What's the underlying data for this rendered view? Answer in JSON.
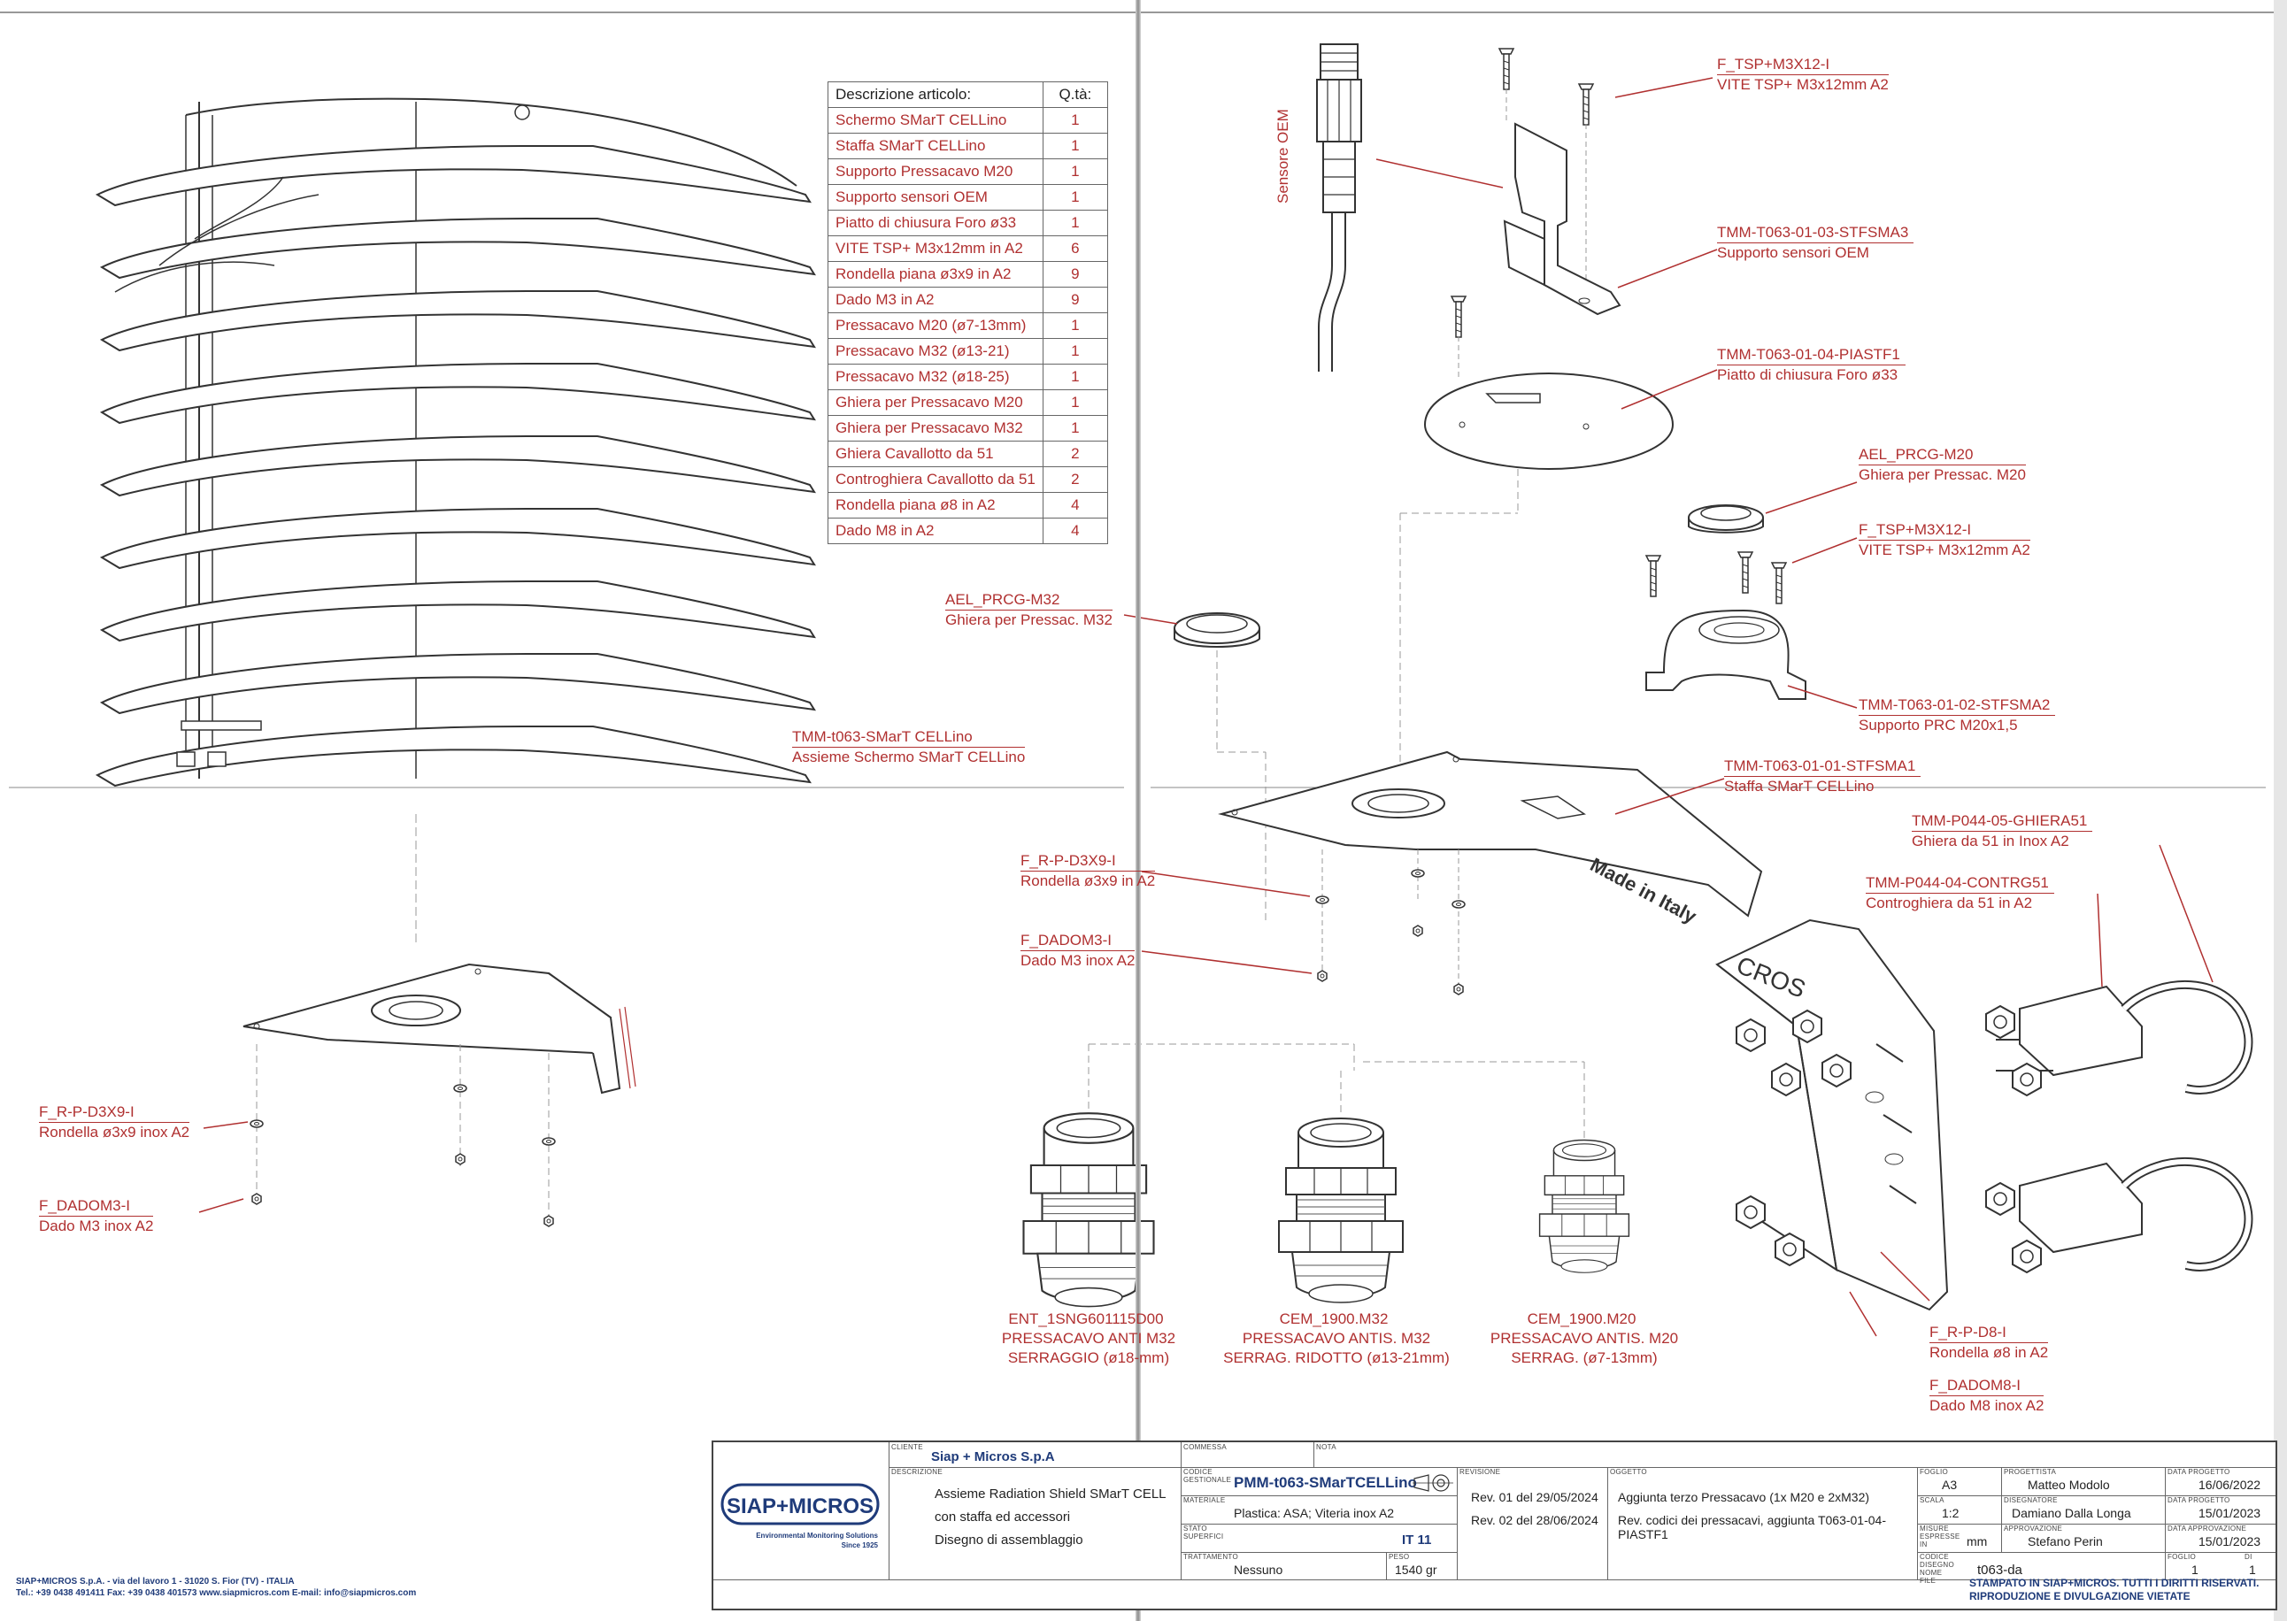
{
  "bom": {
    "header_desc": "Descrizione articolo:",
    "header_qty": "Q.tà:",
    "rows": [
      {
        "desc": "Schermo SMarT CELLino",
        "qty": "1"
      },
      {
        "desc": "Staffa SMarT CELLino",
        "qty": "1"
      },
      {
        "desc": "Supporto Pressacavo M20",
        "qty": "1"
      },
      {
        "desc": "Supporto sensori OEM",
        "qty": "1"
      },
      {
        "desc": "Piatto di chiusura Foro ø33",
        "qty": "1"
      },
      {
        "desc": "VITE TSP+ M3x12mm in A2",
        "qty": "6"
      },
      {
        "desc": "Rondella piana ø3x9 in A2",
        "qty": "9"
      },
      {
        "desc": "Dado M3 in A2",
        "qty": "9"
      },
      {
        "desc": "Pressacavo M20 (ø7-13mm)",
        "qty": "1"
      },
      {
        "desc": "Pressacavo M32 (ø13-21)",
        "qty": "1"
      },
      {
        "desc": "Pressacavo M32 (ø18-25)",
        "qty": "1"
      },
      {
        "desc": "Ghiera per Pressacavo M20",
        "qty": "1"
      },
      {
        "desc": "Ghiera per Pressacavo M32",
        "qty": "1"
      },
      {
        "desc": "Ghiera Cavallotto da 51",
        "qty": "2"
      },
      {
        "desc": "Controghiera Cavallotto da 51",
        "qty": "2"
      },
      {
        "desc": "Rondella piana ø8 in A2",
        "qty": "4"
      },
      {
        "desc": "Dado M8 in A2",
        "qty": "4"
      }
    ]
  },
  "callouts": {
    "tsp_top": {
      "code": "F_TSP+M3X12-I",
      "desc": "VITE TSP+ M3x12mm A2"
    },
    "stfsma3": {
      "code": "TMM-T063-01-03-STFSMA3",
      "desc": "Supporto sensori OEM"
    },
    "piastf1": {
      "code": "TMM-T063-01-04-PIASTF1",
      "desc": "Piatto di chiusura Foro ø33"
    },
    "prcg_m20": {
      "code": "AEL_PRCG-M20",
      "desc": "Ghiera per Pressac. M20"
    },
    "tsp_mid": {
      "code": "F_TSP+M3X12-I",
      "desc": "VITE TSP+ M3x12mm A2"
    },
    "prcg_m32": {
      "code": "AEL_PRCG-M32",
      "desc": "Ghiera per Pressac. M32"
    },
    "stfsma2": {
      "code": "TMM-T063-01-02-STFSMA2",
      "desc": "Supporto PRC M20x1,5"
    },
    "cellino": {
      "code": "TMM-t063-SMarT CELLino",
      "desc": "Assieme Schermo SMarT CELLino"
    },
    "stfsma1": {
      "code": "TMM-T063-01-01-STFSMA1",
      "desc": "Staffa SMarT CELLino"
    },
    "ghiera51": {
      "code": "TMM-P044-05-GHIERA51",
      "desc": "Ghiera da 51 in Inox A2"
    },
    "contrg51": {
      "code": "TMM-P044-04-CONTRG51",
      "desc": "Controghiera da 51 in A2"
    },
    "rp_d3x9_right": {
      "code": "F_R-P-D3X9-I",
      "desc": "Rondella ø3x9 in A2"
    },
    "dadom3_right": {
      "code": "F_DADOM3-I",
      "desc": "Dado M3 inox A2"
    },
    "rp_d3x9_left": {
      "code": "F_R-P-D3X9-I",
      "desc": "Rondella ø3x9 inox A2"
    },
    "dadom3_left": {
      "code": "F_DADOM3-I",
      "desc": "Dado M3 inox A2"
    },
    "rp_d8": {
      "code": "F_R-P-D8-I",
      "desc": "Rondella ø8 in A2"
    },
    "dadom8": {
      "code": "F_DADOM8-I",
      "desc": "Dado M8 inox A2"
    },
    "sensore": "Sensore OEM",
    "made_in_italy": "Made in Italy",
    "cros": "CROS"
  },
  "glands": [
    {
      "l1": "ENT_1SNG601115D00",
      "l2": "PRESSACAVO ANTI M32",
      "l3": "SERRAGGIO (ø18-mm)"
    },
    {
      "l1": "CEM_1900.M32",
      "l2": "PRESSACAVO ANTIS. M32",
      "l3": "SERRAG. RIDOTTO (ø13-21mm)"
    },
    {
      "l1": "CEM_1900.M20",
      "l2": "PRESSACAVO ANTIS. M20",
      "l3": "SERRAG. (ø7-13mm)"
    }
  ],
  "title_block": {
    "cliente_lbl": "CLIENTE",
    "cliente": "Siap + Micros S.p.A",
    "commessa_lbl": "COMMESSA",
    "nota_lbl": "NOTA",
    "descrizione_lbl": "DESCRIZIONE",
    "desc_lines": [
      "Assieme Radiation Shield SMarT CELL",
      "con staffa ed accessori",
      "Disegno di assemblaggio"
    ],
    "codice_lbl": "CODICE GESTIONALE",
    "codice": "PMM-t063-SMarTCELLino",
    "materiale_lbl": "MATERIALE",
    "materiale": "Plastica: ASA; Viteria inox A2",
    "stato_lbl": "STATO SUPERFICI",
    "stato": "IT 11",
    "trattamento_lbl": "TRATTAMENTO",
    "trattamento": "Nessuno",
    "peso_lbl": "PESO",
    "peso": "1540 gr",
    "revisione_lbl": "REVISIONE",
    "oggetto_lbl": "OGGETTO",
    "revisions": [
      {
        "rev": "Rev. 01 del 29/05/2024",
        "obj": "Aggiunta terzo Pressacavo (1x M20 e 2xM32)"
      },
      {
        "rev": "Rev. 02 del 28/06/2024",
        "obj": "Rev. codici dei pressacavi, aggiunta T063-01-04-PIASTF1"
      }
    ],
    "foglio_lbl": "FOGLIO",
    "foglio": "A3",
    "scala_lbl": "SCALA",
    "scala": "1:2",
    "misure_lbl": "MISURE ESPRESSE IN",
    "misure": "mm",
    "codice_disegno_lbl": "CODICE DISEGNO NOME FILE",
    "codice_disegno": "t063-da",
    "progettista_lbl": "PROGETTISTA",
    "progettista": "Matteo Modolo",
    "disegnatore_lbl": "DISEGNATORE",
    "disegnatore": "Damiano Dalla Longa",
    "approvazione_lbl": "APPROVAZIONE",
    "approvazione": "Stefano Perin",
    "data_progetto_lbl": "DATA PROGETTO",
    "data_progetto": "16/06/2022",
    "data_progetto2_lbl": "DATA PROGETTO",
    "data_progetto2": "15/01/2023",
    "data_approvazione_lbl": "DATA APPROVAZIONE",
    "data_approvazione": "15/01/2023",
    "foglio_n_lbl": "FOGLIO",
    "di_lbl": "DI",
    "foglio_n": "1",
    "foglio_di": "1",
    "logo_name": "SIAP+MICROS",
    "logo_sub": "Environmental Monitoring Solutions",
    "logo_since": "Since 1925"
  },
  "footer": {
    "line1": "SIAP+MICROS S.p.A. - via del lavoro 1 - 31020 S. Fior (TV) - ITALIA",
    "line2": "Tel.: +39 0438 491411   Fax: +39 0438 401573   www.siapmicros.com   E-mail: info@siapmicros.com",
    "copyright1": "STAMPATO IN SIAP+MICROS. TUTTI I DIRITTI RISERVATI.",
    "copyright2": "RIPRODUZIONE E DIVULGAZIONE VIETATE"
  },
  "colors": {
    "label_red": "#b03030",
    "line": "#333333",
    "brand_blue": "#1f3b7a"
  }
}
